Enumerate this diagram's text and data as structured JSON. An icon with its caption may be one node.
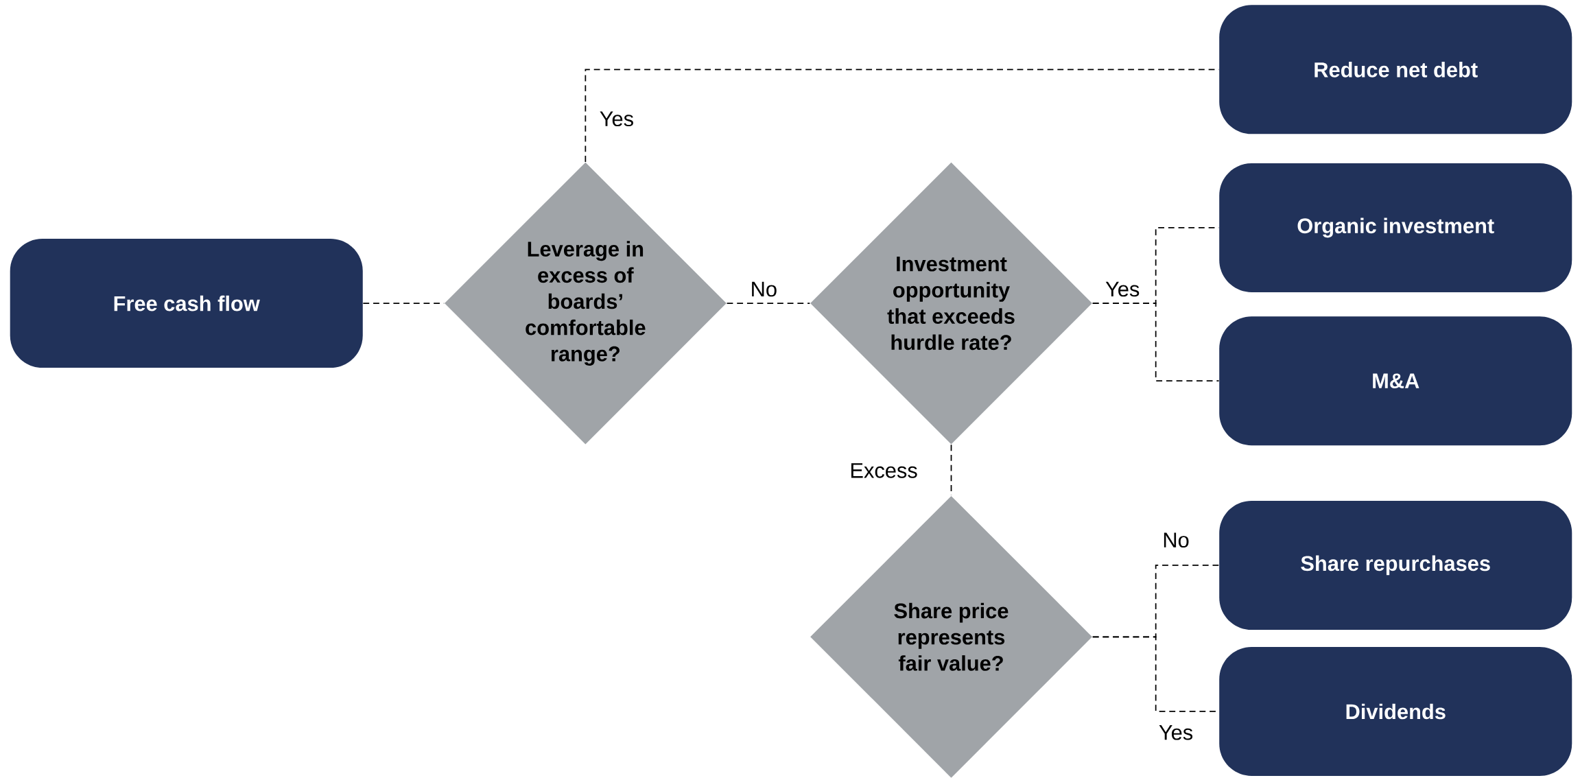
{
  "diagram": {
    "nodes": [
      {
        "text": [
          "Free cash flow"
        ]
      },
      {
        "text": [
          "Leverage in excess of boards’ comfortable range?"
        ]
      },
      {
        "text": [
          "Investment opportunity that exceeds hurdle rate?"
        ]
      },
      {
        "text": [
          "Share price represents fair value?"
        ]
      },
      {
        "text": [
          "Reduce net debt"
        ]
      },
      {
        "text": [
          "Organic investment"
        ]
      },
      {
        "text": [
          "M&A"
        ]
      },
      {
        "text": [
          "Share repurchases"
        ]
      },
      {
        "text": [
          "Dividends"
        ]
      }
    ],
    "edges": [
      {
        "from": 0,
        "to": 1,
        "arrow": "none",
        "style": "dashed"
      },
      {
        "from": 1,
        "to": 4,
        "arrow": "none",
        "style": "dashed",
        "label": "Yes"
      },
      {
        "from": 1,
        "to": 2,
        "arrow": "none",
        "style": "dashed",
        "label": "No"
      },
      {
        "from": 2,
        "to": 5,
        "arrow": "none",
        "style": "dashed",
        "label": "Yes"
      },
      {
        "from": 2,
        "to": 6,
        "arrow": "none",
        "style": "dashed"
      },
      {
        "from": 2,
        "to": 3,
        "arrow": "none",
        "style": "dashed",
        "label": "Excess"
      },
      {
        "from": 3,
        "to": 7,
        "arrow": "none",
        "style": "dashed",
        "label": "No"
      },
      {
        "from": 3,
        "to": 8,
        "arrow": "none",
        "style": "dashed",
        "label": "Yes"
      }
    ]
  }
}
